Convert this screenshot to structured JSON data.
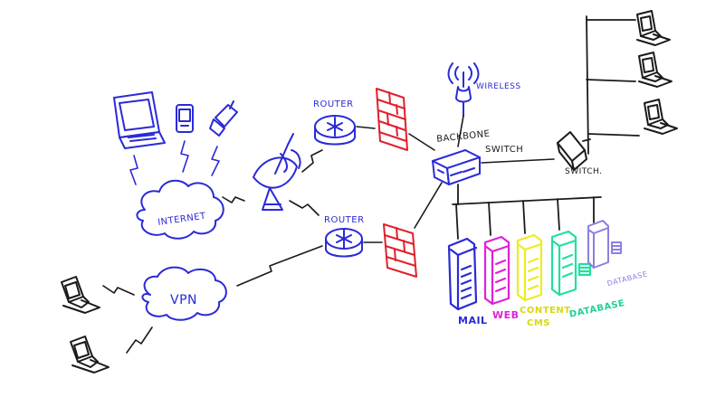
{
  "labels": {
    "internet": "INTERNET",
    "vpn": "VPN",
    "router_top": "ROUTER",
    "router_bottom": "ROUTER",
    "wireless": "WIRELESS",
    "backbone_line1": "BACKBONE",
    "backbone_line2": "SWITCH",
    "switch": "SWITCH.",
    "mail": "MAIL",
    "web": "WEB",
    "content_line1": "CONTENT",
    "content_line2": "CMS",
    "database": "DATABASE",
    "database_small": "DATABASE"
  },
  "colors": {
    "ink_black": "#1a1a1a",
    "blue": "#2a2ad8",
    "red": "#e0202c",
    "magenta": "#e020d8",
    "yellow": "#ecec20",
    "green": "#20e0a0",
    "lavender": "#8a80e0"
  },
  "icons": [
    "laptop-icon",
    "phone-icon",
    "flip-phone-icon",
    "cloud-icon",
    "satellite-dish-icon",
    "router-icon",
    "firewall-icon",
    "antenna-icon",
    "switch-icon",
    "server-icon",
    "computer-icon"
  ]
}
